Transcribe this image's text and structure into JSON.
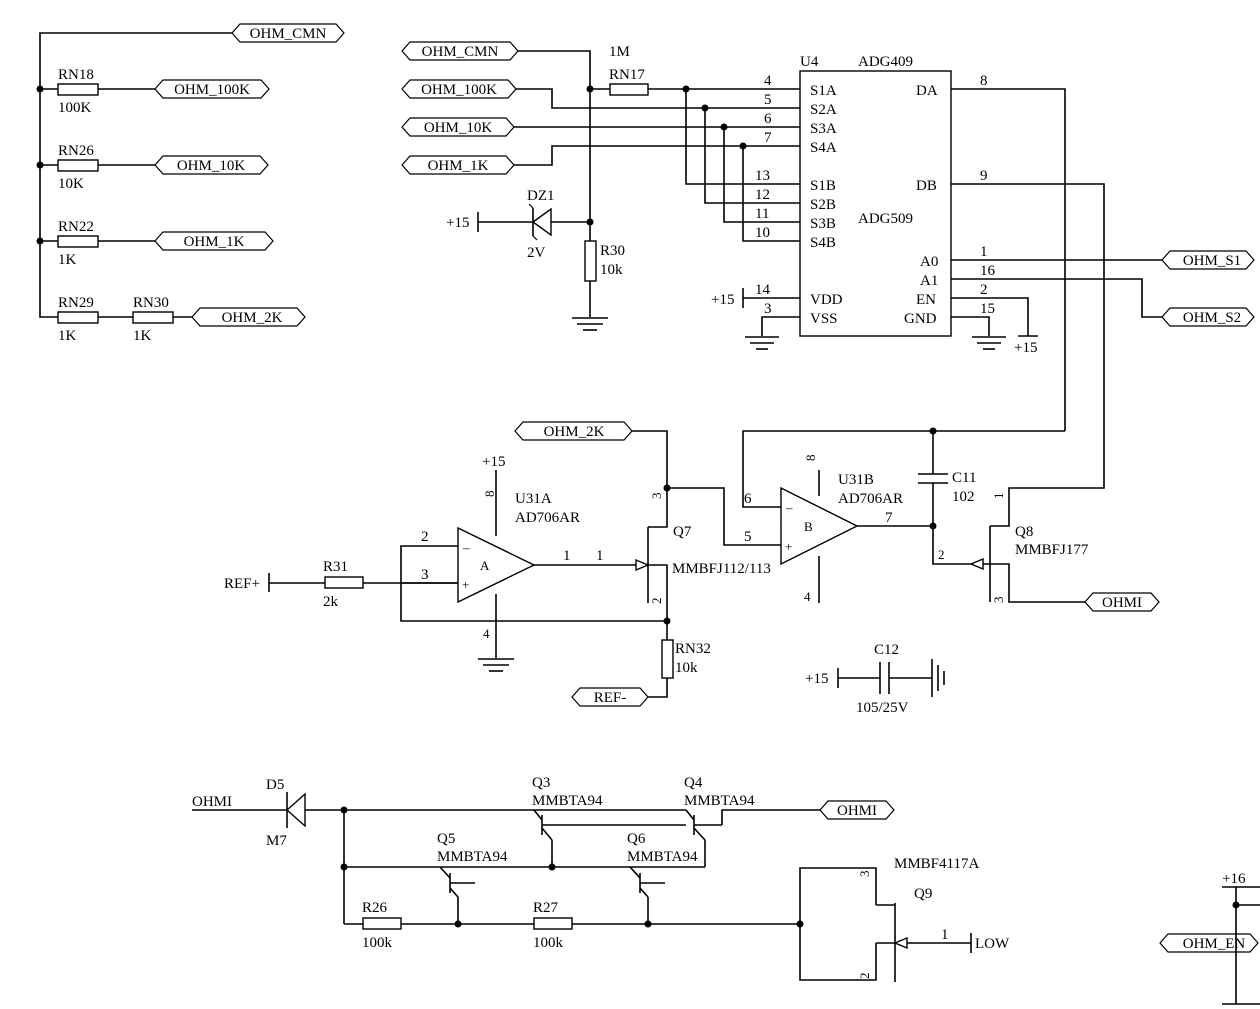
{
  "components": {
    "rn18": {
      "ref": "RN18",
      "value": "100K"
    },
    "rn26": {
      "ref": "RN26",
      "value": "10K"
    },
    "rn22": {
      "ref": "RN22",
      "value": "1K"
    },
    "rn29": {
      "ref": "RN29",
      "value": "1K"
    },
    "rn30": {
      "ref": "RN30",
      "value": "1K"
    },
    "rn17": {
      "ref": "RN17",
      "value": "1M"
    },
    "dz1": {
      "ref": "DZ1",
      "value": "2V"
    },
    "r30": {
      "ref": "R30",
      "value": "10k"
    },
    "u4": {
      "ref": "U4",
      "part_a": "ADG409",
      "part_b": "ADG509",
      "left_pins": [
        {
          "num": "4",
          "name": "S1A"
        },
        {
          "num": "5",
          "name": "S2A"
        },
        {
          "num": "6",
          "name": "S3A"
        },
        {
          "num": "7",
          "name": "S4A"
        },
        {
          "num": "13",
          "name": "S1B"
        },
        {
          "num": "12",
          "name": "S2B"
        },
        {
          "num": "11",
          "name": "S3B"
        },
        {
          "num": "10",
          "name": "S4B"
        },
        {
          "num": "14",
          "name": "VDD"
        },
        {
          "num": "3",
          "name": "VSS"
        }
      ],
      "right_pins": [
        {
          "num": "8",
          "name": "DA"
        },
        {
          "num": "9",
          "name": "DB"
        },
        {
          "num": "1",
          "name": "A0"
        },
        {
          "num": "16",
          "name": "A1"
        },
        {
          "num": "2",
          "name": "EN"
        },
        {
          "num": "15",
          "name": "GND"
        }
      ]
    },
    "u31a": {
      "ref": "U31A",
      "part": "AD706AR",
      "letter": "A",
      "pin_neg": "2",
      "pin_pos": "3",
      "pin_out": "1",
      "pin_vp": "8",
      "pin_vn": "4"
    },
    "u31b": {
      "ref": "U31B",
      "part": "AD706AR",
      "letter": "B",
      "pin_neg": "6",
      "pin_pos": "5",
      "pin_out": "7",
      "pin_vp": "8",
      "pin_vn": "4"
    },
    "r31": {
      "ref": "R31",
      "value": "2k"
    },
    "q7": {
      "ref": "Q7",
      "part": "MMBFJ112/113",
      "pin_g": "1",
      "pin_d": "3",
      "pin_s": "2"
    },
    "rn32": {
      "ref": "RN32",
      "value": "10k"
    },
    "c11": {
      "ref": "C11",
      "value": "102"
    },
    "q8": {
      "ref": "Q8",
      "part": "MMBFJ177",
      "pin_d": "1",
      "pin_g": "2",
      "pin_s": "3"
    },
    "c12": {
      "ref": "C12",
      "value": "105/25V"
    },
    "d5": {
      "ref": "D5",
      "part": "M7"
    },
    "q3": {
      "ref": "Q3",
      "part": "MMBTA94"
    },
    "q4": {
      "ref": "Q4",
      "part": "MMBTA94"
    },
    "q5": {
      "ref": "Q5",
      "part": "MMBTA94"
    },
    "q6": {
      "ref": "Q6",
      "part": "MMBTA94"
    },
    "r26": {
      "ref": "R26",
      "value": "100k"
    },
    "r27": {
      "ref": "R27",
      "value": "100k"
    },
    "q9": {
      "ref": "Q9",
      "part": "MMBF4117A",
      "pin_g": "1",
      "pin_d": "3",
      "pin_s": "2"
    }
  },
  "net_labels": {
    "ohm_cmn": "OHM_CMN",
    "ohm_100k": "OHM_100K",
    "ohm_10k": "OHM_10K",
    "ohm_1k": "OHM_1K",
    "ohm_2k": "OHM_2K",
    "ohm_s1": "OHM_S1",
    "ohm_s2": "OHM_S2",
    "ohmi": "OHMI",
    "ref_plus": "REF+",
    "ref_minus": "REF-",
    "low": "LOW",
    "ohm_en": "OHM_EN"
  },
  "power": {
    "p15": "+15",
    "p16": "+16"
  }
}
